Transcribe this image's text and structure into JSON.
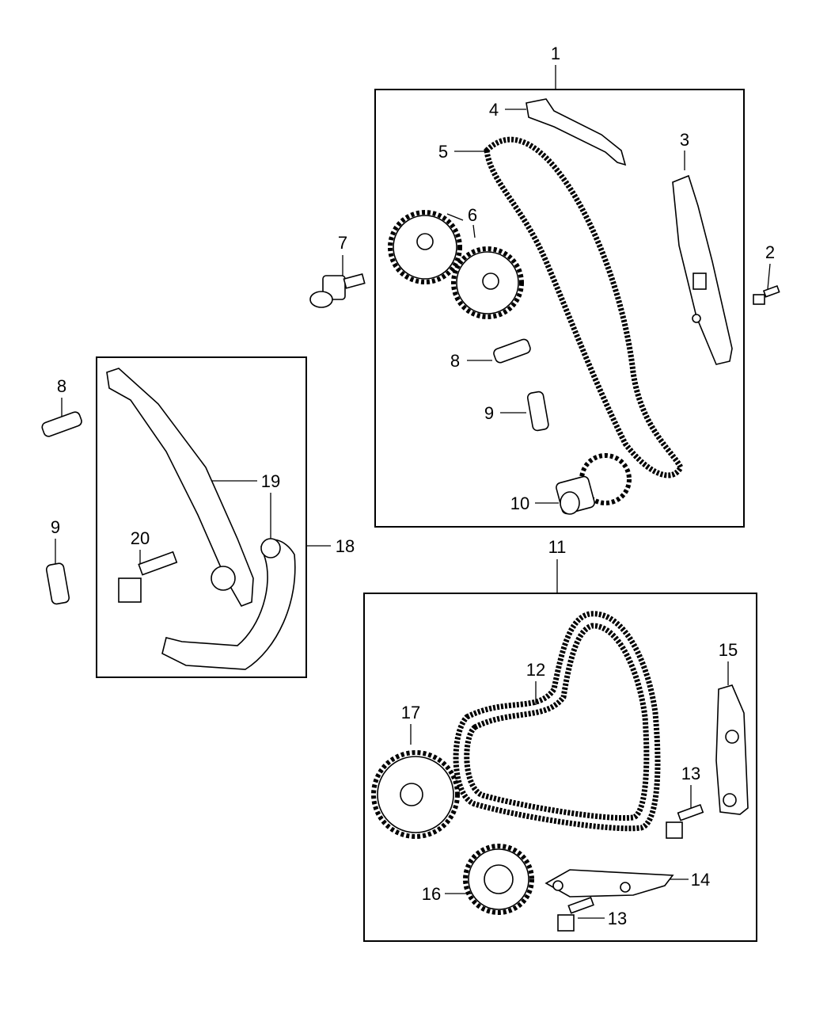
{
  "diagram": {
    "callouts": {
      "c1": "1",
      "c2": "2",
      "c3": "3",
      "c4": "4",
      "c5": "5",
      "c6": "6",
      "c7": "7",
      "c8a": "8",
      "c8b": "8",
      "c9a": "9",
      "c9b": "9",
      "c10": "10",
      "c11": "11",
      "c12": "12",
      "c13a": "13",
      "c13b": "13",
      "c14": "14",
      "c15": "15",
      "c16": "16",
      "c17": "17",
      "c18": "18",
      "c19": "19",
      "c20": "20"
    }
  }
}
